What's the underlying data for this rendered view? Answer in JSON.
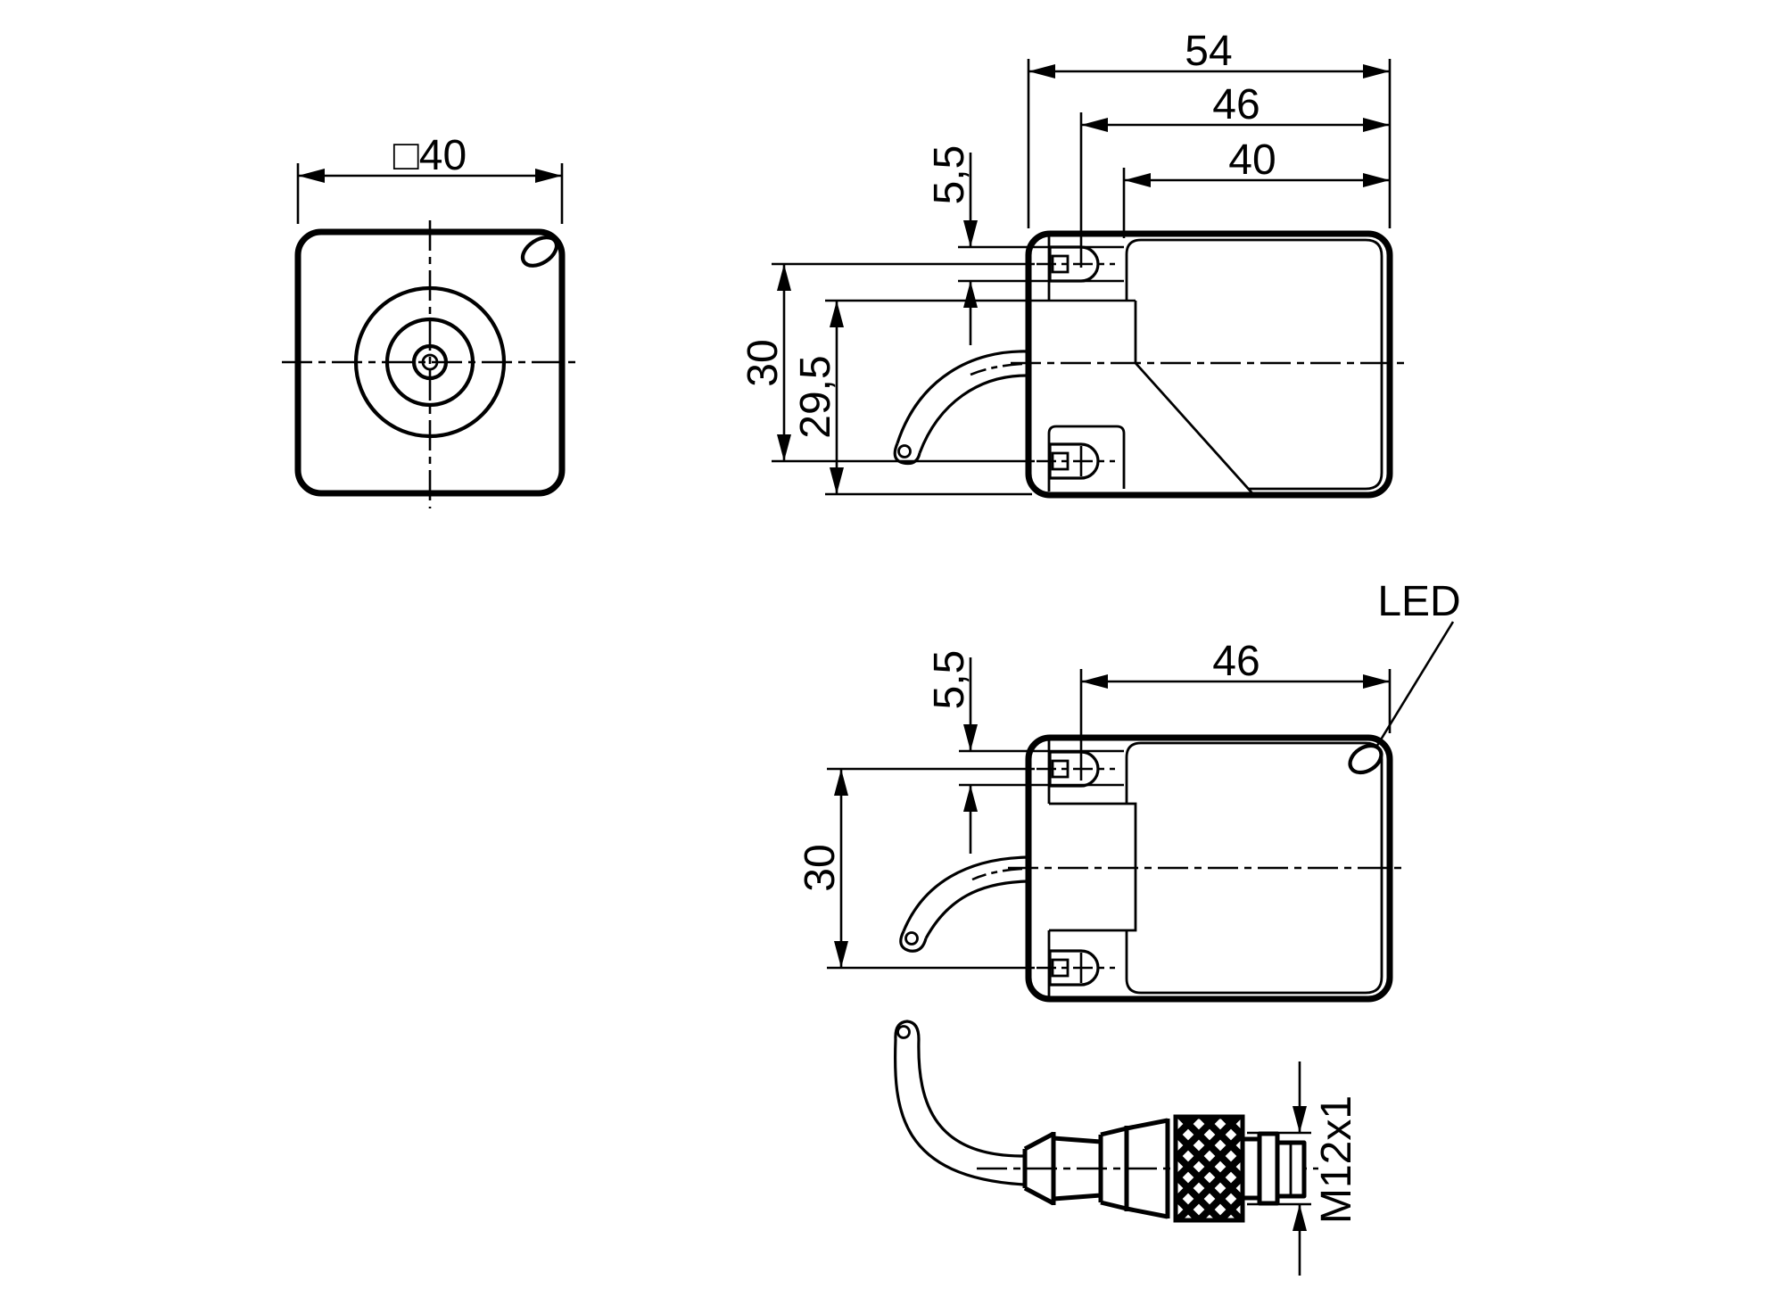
{
  "page": {
    "background": "#ffffff",
    "ink": "#000000",
    "kind": "technical dimensional drawing"
  },
  "views": {
    "front": {
      "dim_side": "□40"
    },
    "side": {
      "dim_overall": "54",
      "dim_slot_to_face": "46",
      "dim_body": "40",
      "dim_slot_width": "5,5",
      "dim_slot_centers": "30",
      "dim_cable_axis": "29,5"
    },
    "top": {
      "dim_slot_to_face": "46",
      "dim_slot_width": "5,5",
      "dim_slot_centers": "30",
      "led_label": "LED"
    },
    "connector": {
      "thread_label": "M12x1"
    }
  }
}
